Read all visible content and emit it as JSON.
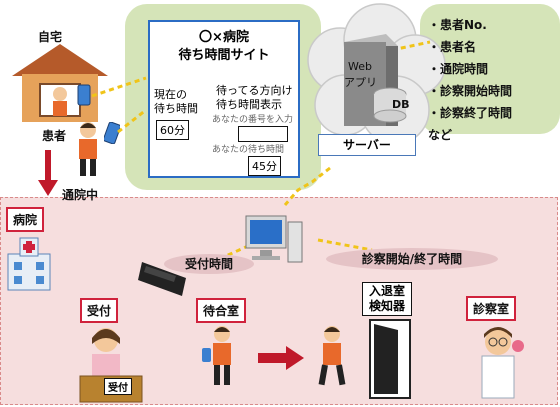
{
  "home": {
    "label": "自宅"
  },
  "patient": {
    "label": "患者"
  },
  "commuting": {
    "label": "通院中"
  },
  "site": {
    "title_line1": "〇×病院",
    "title_line2": "待ち時間サイト",
    "current_wait_line1": "現在の",
    "current_wait_line2": "待ち時間",
    "current_wait_value": "60分",
    "personal_line1": "待ってる方向け",
    "personal_line2": "待ち時間表示",
    "input_hint": "あなたの番号を入力",
    "your_wait_label": "あなたの待ち時間",
    "your_wait_value": "45分"
  },
  "server": {
    "label": "サーバー",
    "web_app_line1": "Web",
    "web_app_line2": "アプリ",
    "db_label": "DB"
  },
  "data_items": [
    "・患者No.",
    "・患者名",
    "・通院時間",
    "・診察開始時間",
    "・診察終了時間",
    "など"
  ],
  "hospital": {
    "label": "病院",
    "reception_time": "受付時間",
    "exam_start_end": "診察開始/終了時間",
    "reception": "受付",
    "waiting_room": "待合室",
    "detector_line1": "入退室",
    "detector_line2": "検知器",
    "exam_room": "診察室",
    "desk_label": "受付"
  }
}
